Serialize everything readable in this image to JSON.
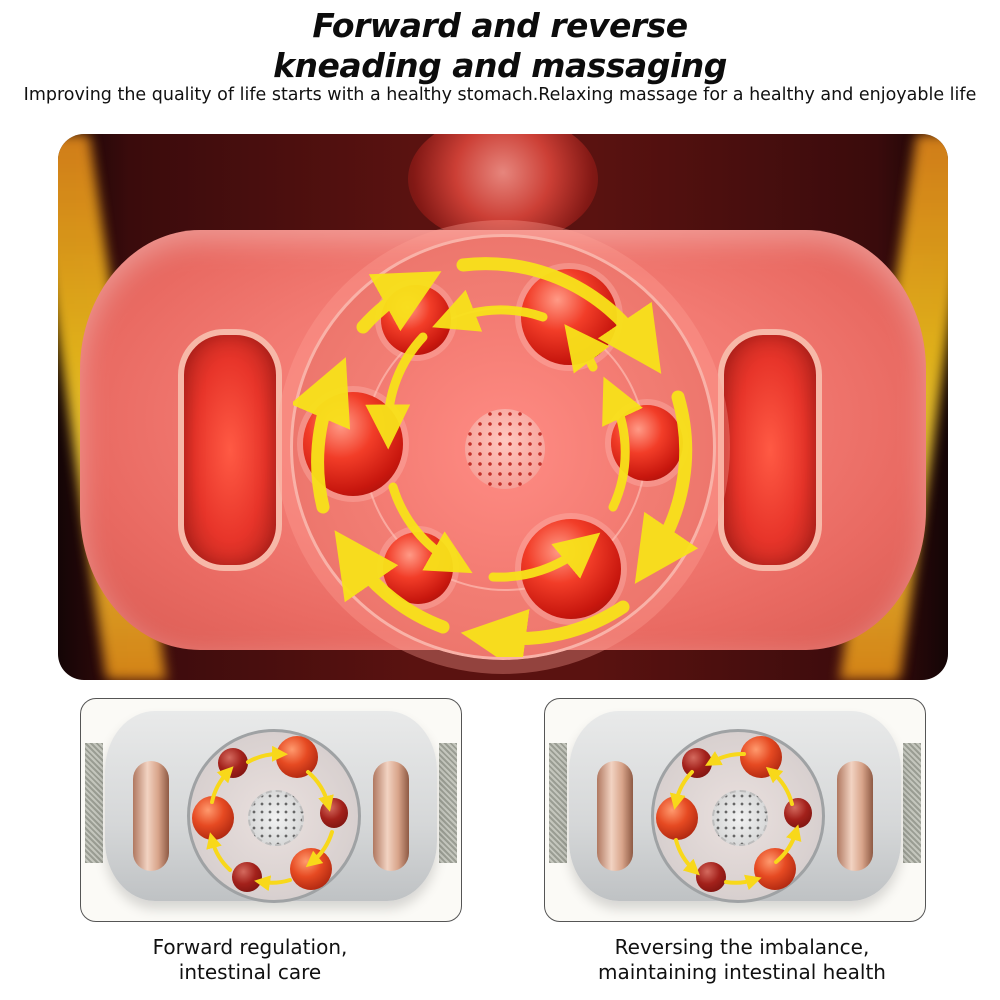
{
  "header": {
    "title_line1": "Forward and reverse",
    "title_line2": "kneading and massaging",
    "subtitle": "Improving the quality of life starts with a healthy stomach.Relaxing massage for a healthy and enjoyable life"
  },
  "hero": {
    "image_label": "abdominal-massager-red-light-illustration",
    "arrow_color": "#f8e21a",
    "glow_color": "#f4c21c",
    "body_color": "#f27a72",
    "ball_color": "#e8352a",
    "ball_count": 6
  },
  "panels": [
    {
      "image_label": "forward-rotation-massager",
      "caption_line1": "Forward regulation,",
      "caption_line2": "intestinal care",
      "direction": "clockwise"
    },
    {
      "image_label": "reverse-rotation-massager",
      "caption_line1": "Reversing the imbalance,",
      "caption_line2": "maintaining intestinal health",
      "direction": "counterclockwise"
    }
  ]
}
